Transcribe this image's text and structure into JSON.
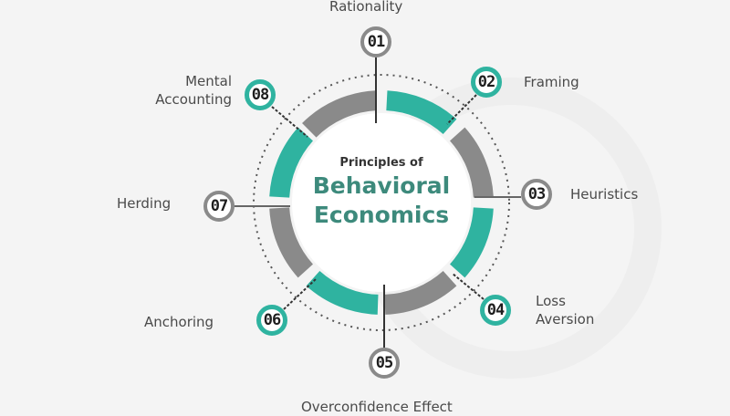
{
  "diagram": {
    "title_line1": "Principles of",
    "title_line2": "Behavioral",
    "title_line3": "Economics",
    "colors": {
      "teal": "#2fb3a0",
      "gray": "#8a8a8a",
      "title_teal": "#3d8a7c",
      "background": "#f4f4f4"
    },
    "principles": [
      {
        "number": "01",
        "label": "Rationality",
        "style": "gray"
      },
      {
        "number": "02",
        "label": "Framing",
        "style": "teal"
      },
      {
        "number": "03",
        "label": "Heuristics",
        "style": "gray"
      },
      {
        "number": "04",
        "label_line1": "Loss",
        "label_line2": "Aversion",
        "style": "teal"
      },
      {
        "number": "05",
        "label": "Overconfidence Effect",
        "style": "gray"
      },
      {
        "number": "06",
        "label": "Anchoring",
        "style": "teal"
      },
      {
        "number": "07",
        "label": "Herding",
        "style": "gray"
      },
      {
        "number": "08",
        "label_line1": "Mental",
        "label_line2": "Accounting",
        "style": "teal"
      }
    ]
  }
}
